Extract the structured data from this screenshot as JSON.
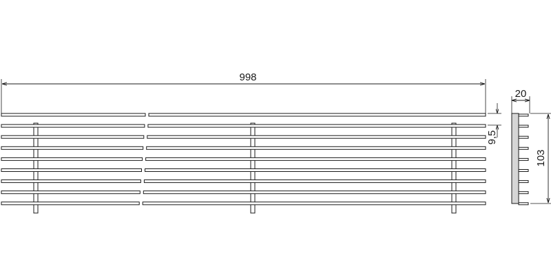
{
  "drawing": {
    "dimensions": {
      "overall_length": "998",
      "bar_pitch": "9,5",
      "profile_width": "20",
      "profile_height": "103"
    },
    "bar_count": 9,
    "colors": {
      "line": "#1a1a1a",
      "profile_fill": "#d6d6d6",
      "background": "#ffffff"
    }
  }
}
